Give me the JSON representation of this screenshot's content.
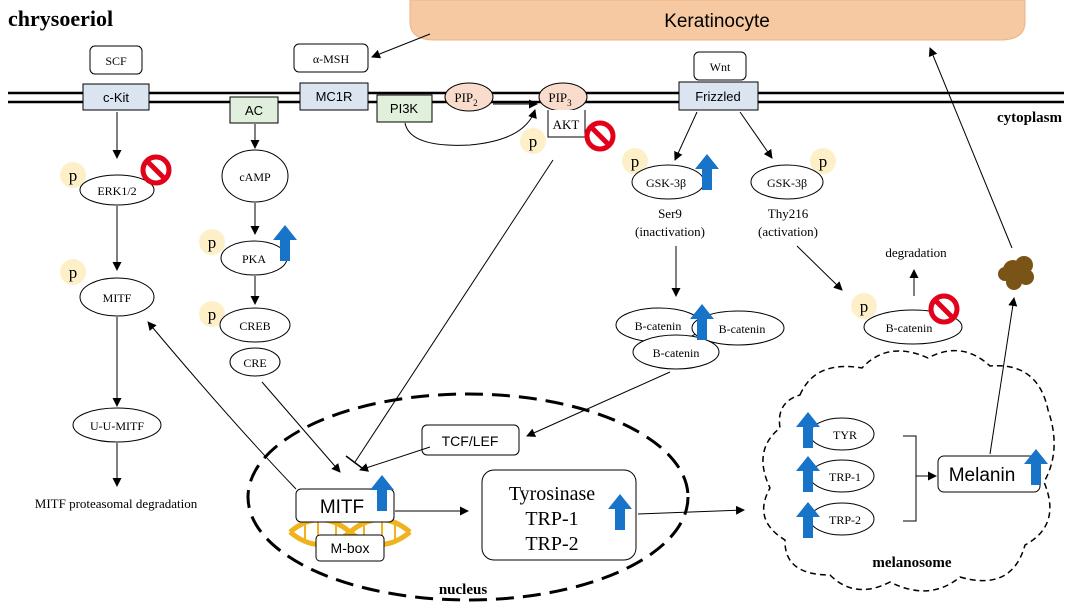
{
  "title": "chrysoeriol",
  "cell_labels": {
    "keratinocyte": "Keratinocyte",
    "cytoplasm": "cytoplasm",
    "nucleus": "nucleus",
    "melanosome": "melanosome"
  },
  "phospho_label": "p",
  "receptors": {
    "scf": "SCF",
    "ckit": "c-Kit",
    "amsh": "α-MSH",
    "mc1r": "MC1R",
    "ac": "AC",
    "pi3k": "PI3K",
    "pip2": "PIP",
    "pip2_sub": "2",
    "pip3": "PIP",
    "pip3_sub": "3",
    "akt": "AKT",
    "wnt": "Wnt",
    "frizzled": "Frizzled"
  },
  "kit_pathway": {
    "erk": "ERK1/2",
    "mitf": "MITF",
    "uumitf": "U-U-MITF",
    "degradation": "MITF proteasomal degradation"
  },
  "camp_pathway": {
    "camp": "cAMP",
    "pka": "PKA",
    "creb": "CREB",
    "cre": "CRE"
  },
  "wnt_pathway": {
    "gsk_left": "GSK-3β",
    "ser9": "Ser9",
    "inactivation": "(inactivation)",
    "gsk_right": "GSK-3β",
    "thy216": "Thy216",
    "activation": "(activation)",
    "bcat1": "B-catenin",
    "bcat2": "B-catenin",
    "bcat3": "B-catenin",
    "degradation": "degradation",
    "bcat_degraded": "B-catenin"
  },
  "nucleus_content": {
    "tcf": "TCF/LEF",
    "mitf": "MITF",
    "mbox": "M-box",
    "tyrosinase": "Tyrosinase",
    "trp1": "TRP-1",
    "trp2": "TRP-2"
  },
  "melanosome_content": {
    "tyr": "TYR",
    "trp1": "TRP-1",
    "trp2": "TRP-2",
    "melanin": "Melanin"
  },
  "colors": {
    "up_arrow": "#1874c9",
    "inhibit": "#e3001b",
    "phospho": "#fdf0c8",
    "receptor_blue": "#dbe5f2",
    "receptor_green": "#e0f0dc",
    "pip_fill": "#f9dccb",
    "keratinocyte": "#f7c9a2",
    "dna": "#f0b31e",
    "melanin_granule": "#7a5416"
  }
}
